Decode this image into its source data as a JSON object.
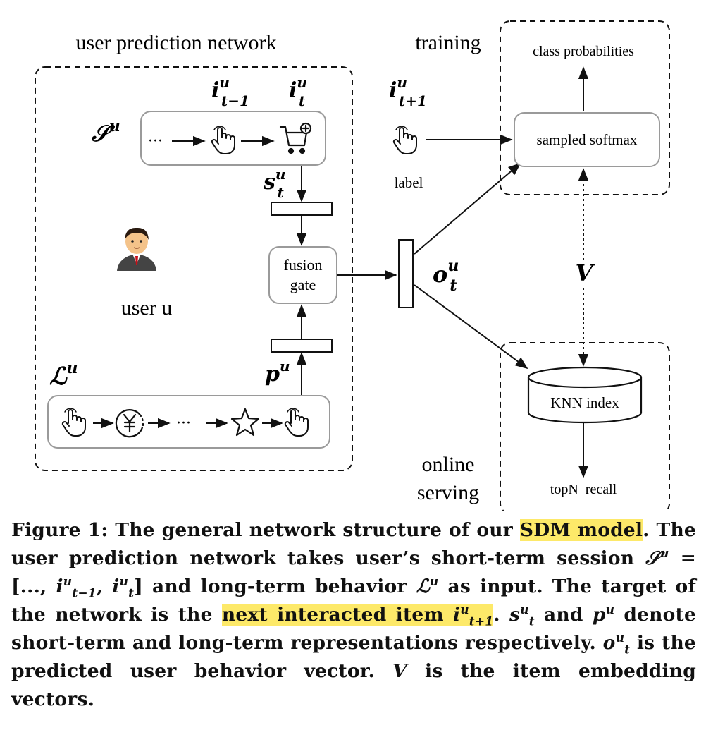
{
  "figure": {
    "title_left": "user prediction network",
    "title_training": "training",
    "class_probabilities": "class probabilities",
    "sampled_softmax": "sampled softmax",
    "label": "label",
    "user": "user u",
    "fusion_gate_line1": "fusion",
    "fusion_gate_line2": "gate",
    "knn_index": "KNN index",
    "topn_recall": "topN  recall",
    "online_line1": "online",
    "online_line2": "serving",
    "ellipsis": "···",
    "sym_S": "𝒮",
    "sym_L": "ℒ",
    "sym_V": "V",
    "var_i": "i",
    "var_s": "s",
    "var_p": "p",
    "var_o": "o",
    "sup_u": "u",
    "sub_t_minus_1": "t−1",
    "sub_t": "t",
    "sub_t_plus_1": "t+1"
  },
  "caption": {
    "fig_label": "Figure 1: The general network structure of our ",
    "hl1": "SDM model",
    "s1_end": ".",
    "s2_a": "The user prediction network takes user’s short-term session ",
    "s2_b": " = [..., ",
    "s2_c": "] and long-term behavior ",
    "s2_d": " as input. The target of the network is the ",
    "hl2": "next interacted item ",
    "s3_a": ". ",
    "s3_b": " and ",
    "s3_c": " denote short-term and long-term representations respectively. ",
    "s3_d": " is the predicted user behavior vector. ",
    "s3_e": " is the item embedding vectors."
  },
  "colors": {
    "highlight": "#fde969",
    "box_stroke": "#9a9a9a",
    "ink": "#111111"
  }
}
